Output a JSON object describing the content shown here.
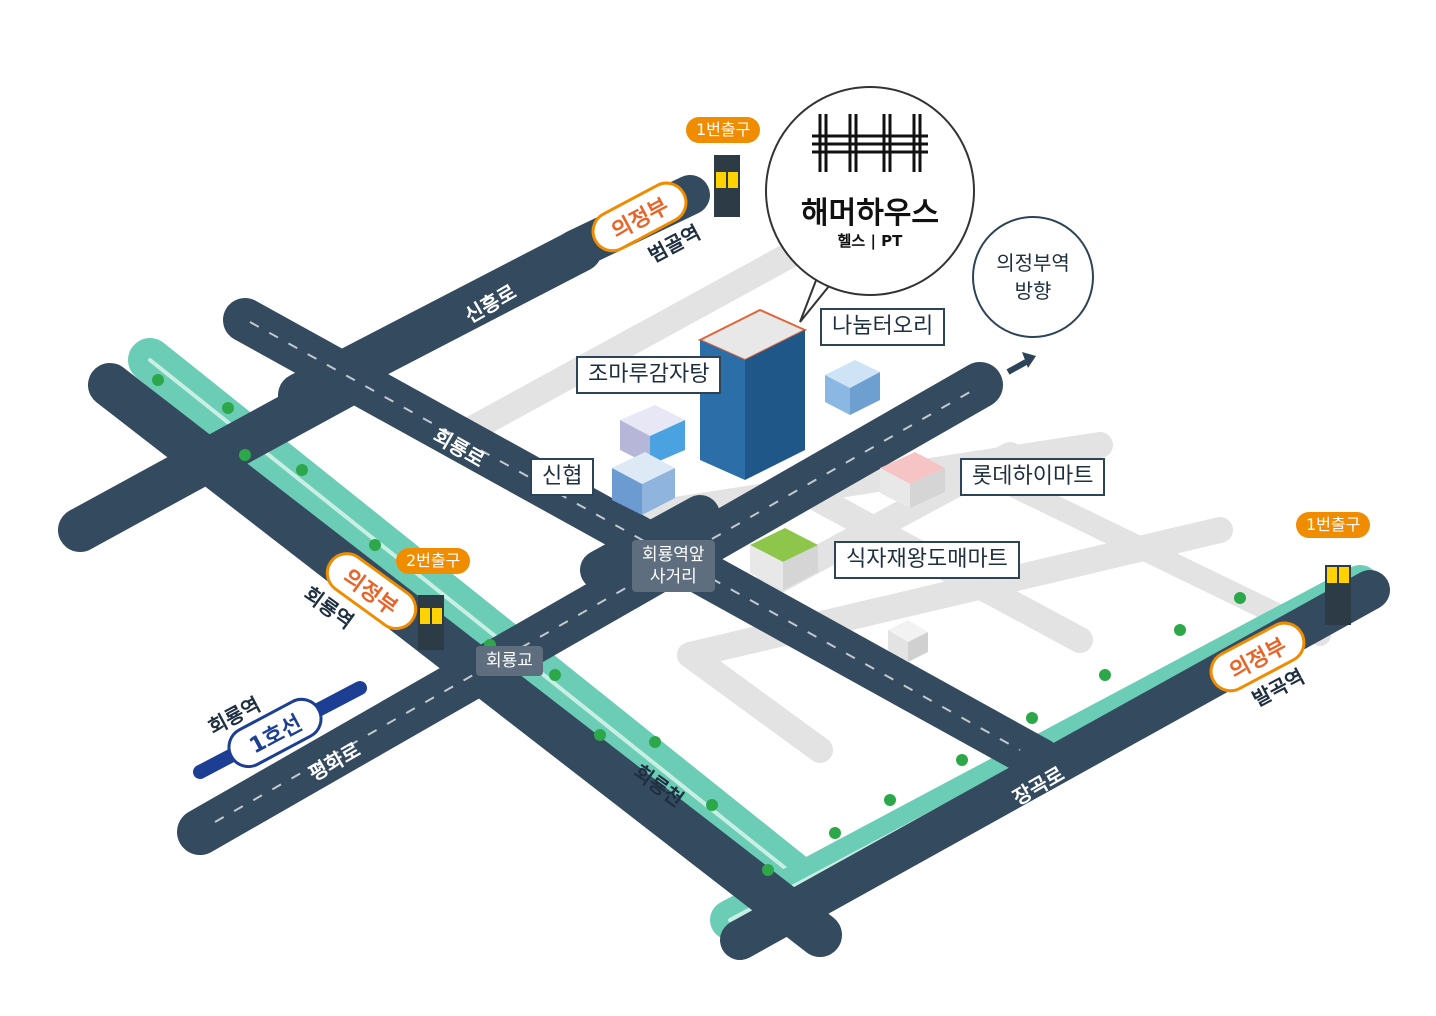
{
  "brand": {
    "name": "해머하우스",
    "subtitle": "헬스 | PT",
    "logo": "HHH-logo"
  },
  "direction": {
    "line1": "의정부역",
    "line2": "방향",
    "icon": "arrow-up-right-icon"
  },
  "places": {
    "nanum": "나눔터오리",
    "jomaru": "조마루감자탕",
    "sinhyup": "신협",
    "lotte": "롯데하이마트",
    "sikja": "식자재왕도매마트"
  },
  "junctions": {
    "crossroad": "회룡역앞\n사거리",
    "bridge": "회룡교"
  },
  "roads": {
    "sinheung": "신흥로",
    "hoeryong": "회룡로",
    "pyeonghwa": "평화로",
    "janggok": "장곡로",
    "stream": "회룡천"
  },
  "stations": {
    "beomgol": {
      "line": "의정부",
      "name": "범골역",
      "exit": "1번출구",
      "exit_num": "1"
    },
    "hoeryong": {
      "line": "의정부",
      "name": "회룡역",
      "exit": "2번출구",
      "exit_num": "2"
    },
    "balgok": {
      "line": "의정부",
      "name": "발곡역",
      "exit": "1번출구",
      "exit_num": "1"
    },
    "line1": {
      "name": "회룡역",
      "line": "1호선"
    }
  },
  "colors": {
    "road": "#344a5e",
    "stream": "#6ccdb6",
    "ground": "#e3e3e3",
    "orange": "#f08c00",
    "line1_blue": "#1c3f94"
  }
}
